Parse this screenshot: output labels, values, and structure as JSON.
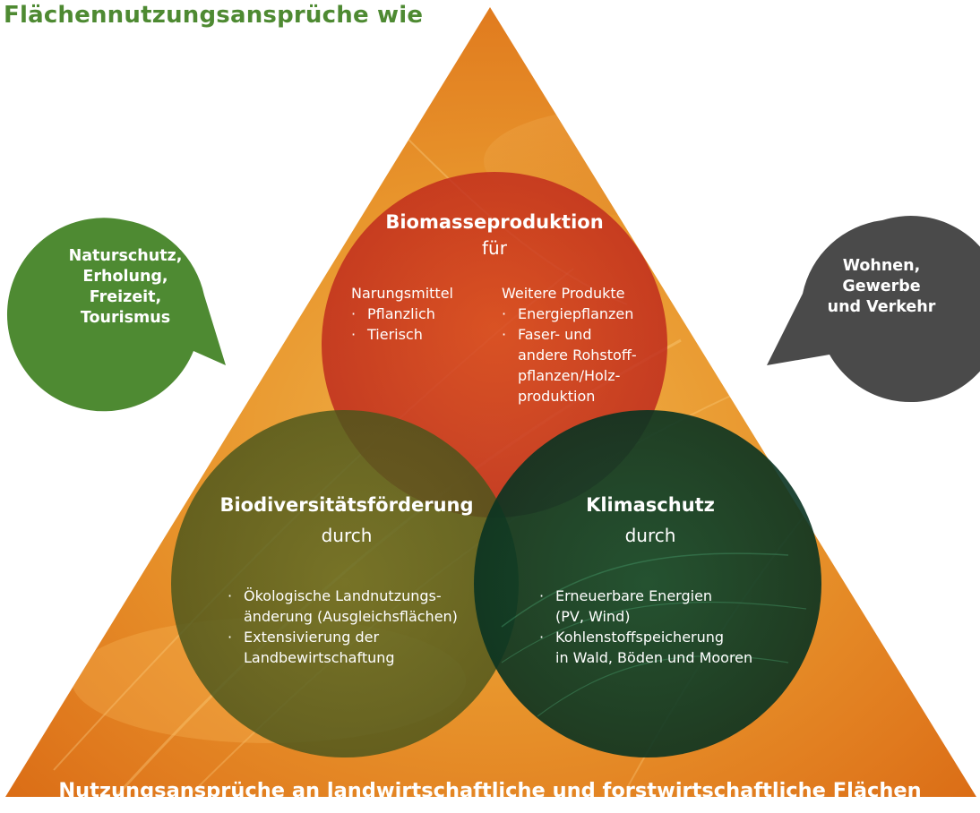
{
  "title": "Flächennutzungsansprüche wie",
  "footer": "Nutzungsansprüche an landwirtschaftliche und forstwirtschaftliche Flächen",
  "side_bubbles": {
    "left": {
      "lines": [
        "Naturschutz,",
        "Erholung,",
        "Freizeit,",
        "Tourismus"
      ],
      "color": "#4e8a32"
    },
    "right": {
      "lines": [
        "Wohnen,",
        "Gewerbe",
        "und Verkehr"
      ],
      "color": "#4a4a4a"
    }
  },
  "circles": {
    "biomass": {
      "heading": "Biomasseproduktion",
      "sub": "für",
      "left_label": "Narungsmittel",
      "left_items": [
        "Pflanzlich",
        "Tierisch"
      ],
      "right_label": "Weitere Produkte",
      "right_items": [
        "Energiepflanzen",
        "Faser- und"
      ],
      "right_continuation": [
        "andere Rohstoff-",
        "pflanzen/Holz-",
        "produktion"
      ],
      "color": "#cc2a1a"
    },
    "biodiversity": {
      "heading": "Biodiversitätsförderung",
      "sub": "durch",
      "items": [
        {
          "bullet": "Ökologische Landnutzungs-",
          "cont": "änderung (Ausgleichsflächen)"
        },
        {
          "bullet": "Extensivierung der",
          "cont": "Landbewirtschaftung"
        }
      ],
      "color": "#4f5a1e"
    },
    "climate": {
      "heading": "Klimaschutz",
      "sub": "durch",
      "items": [
        {
          "bullet": "Erneuerbare Energien",
          "cont": "(PV, Wind)"
        },
        {
          "bullet": "Kohlenstoffspeicherung",
          "cont": "in Wald, Böden und Mooren"
        }
      ],
      "color": "#0c3a26"
    }
  },
  "bullet_glyph": "·"
}
